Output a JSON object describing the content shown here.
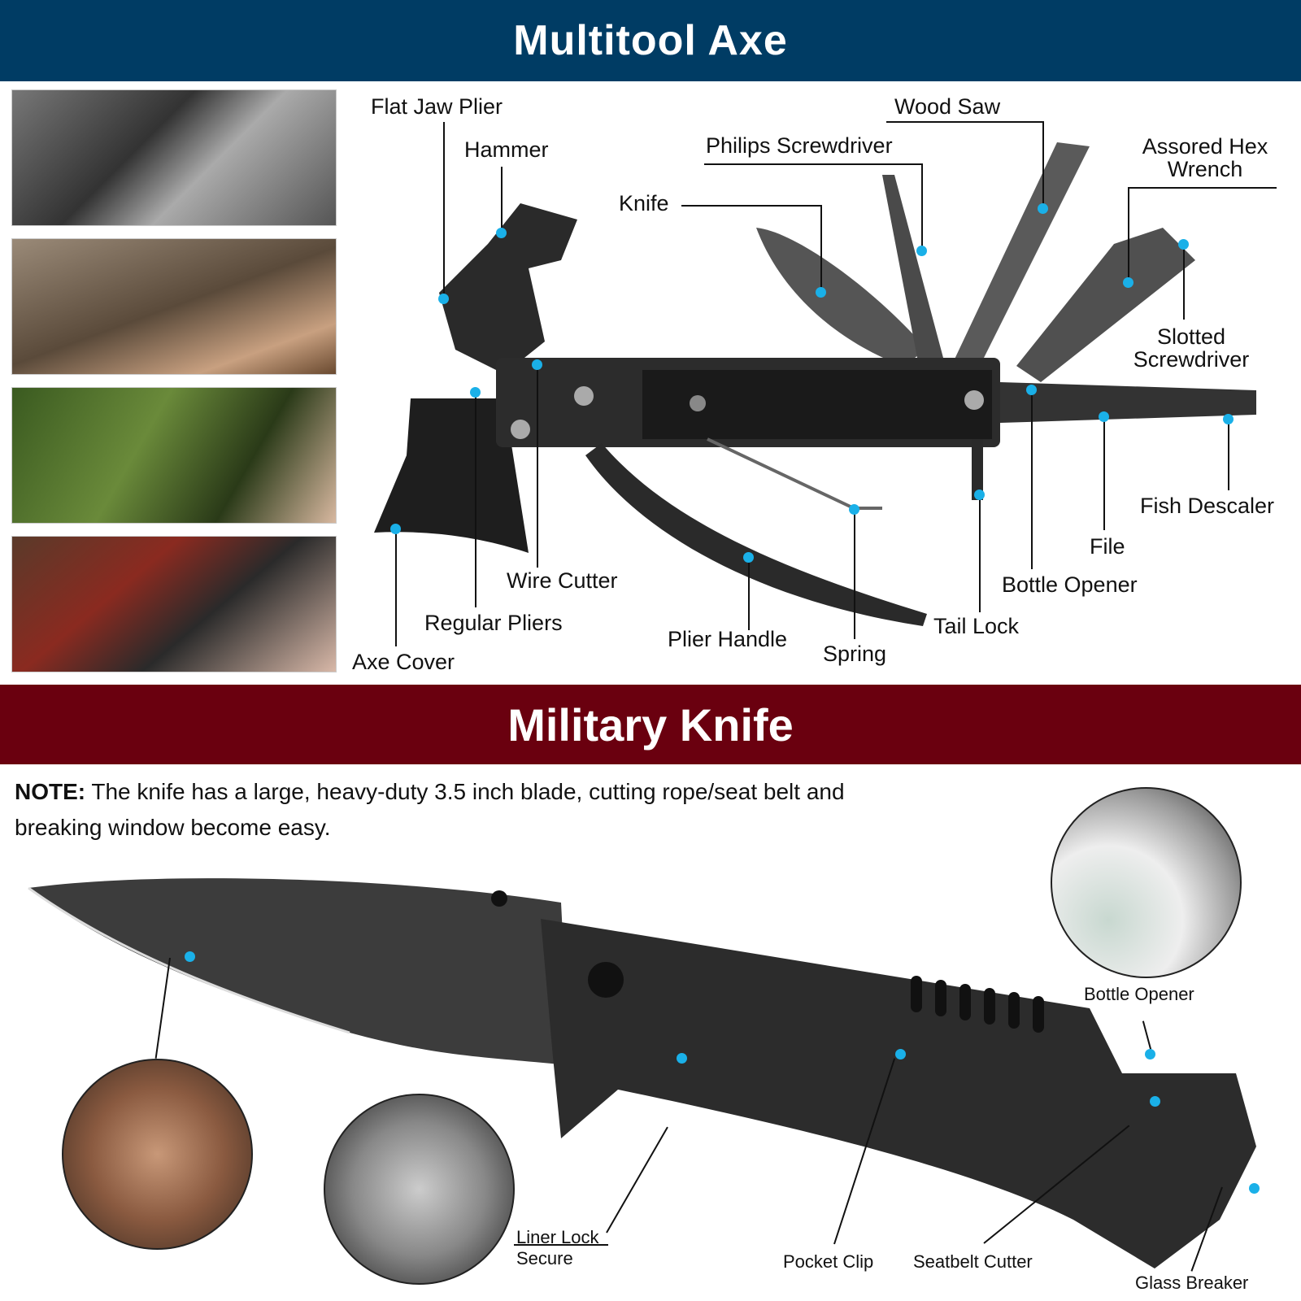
{
  "section1": {
    "title": "Multitool Axe",
    "color": "#003c64",
    "photos": [
      "cutting-wire-photo",
      "hammering-nail-photo",
      "chopping-branch-photo",
      "opening-bottle-photo"
    ],
    "labels": {
      "flat_jaw_plier": "Flat Jaw Plier",
      "hammer": "Hammer",
      "knife": "Knife",
      "philips_screwdriver": "Philips Screwdriver",
      "wood_saw": "Wood Saw",
      "assorted_hex_line1": "Assored Hex",
      "assorted_hex_line2": "Wrench",
      "slotted_line1": "Slotted",
      "slotted_line2": "Screwdriver",
      "fish_descaler": "Fish Descaler",
      "file": "File",
      "bottle_opener": "Bottle Opener",
      "tail_lock": "Tail Lock",
      "spring": "Spring",
      "plier_handle": "Plier Handle",
      "wire_cutter": "Wire Cutter",
      "regular_pliers": "Regular Pliers",
      "axe_cover": "Axe Cover"
    }
  },
  "section2": {
    "title": "Military Knife",
    "color": "#6a000f",
    "note_label": "NOTE:",
    "note_text": " The knife has a large, heavy-duty 3.5 inch blade, cutting rope/seat belt and breaking window become easy.",
    "labels": {
      "bottle_opener": "Bottle Opener",
      "liner_lock_line1": "Liner Lock",
      "liner_lock_line2": "Secure",
      "pocket_clip": "Pocket Clip",
      "seatbelt_cutter": "Seatbelt Cutter",
      "glass_breaker": "Glass Breaker"
    }
  },
  "accent_dot_color": "#1ab0e8"
}
